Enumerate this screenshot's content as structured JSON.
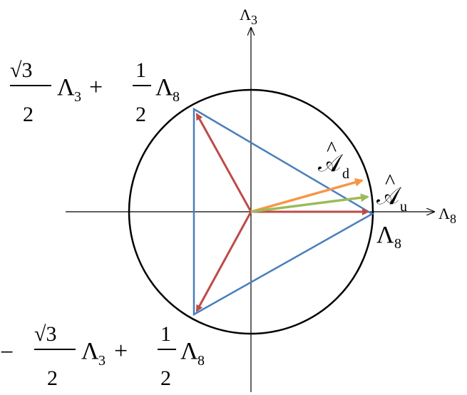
{
  "axes": {
    "horizontal_symbol": "Λ",
    "horizontal_index": "8",
    "vertical_symbol": "Λ",
    "vertical_index": "3"
  },
  "labels": {
    "top_left": {
      "sign": "",
      "sqrt3": "√3",
      "denominator": "2",
      "lambda3": "Λ",
      "lambda3_index": "3",
      "plus": "+",
      "one": "1",
      "two": "2",
      "lambda8": "Λ",
      "lambda8_index": "8"
    },
    "bottom_left": {
      "sign": "−",
      "sqrt3": "√3",
      "denominator": "2",
      "lambda3": "Λ",
      "lambda3_index": "3",
      "plus": "+",
      "one": "1",
      "two": "2",
      "lambda8": "Λ",
      "lambda8_index": "8"
    },
    "right_vertex": {
      "symbol": "Λ",
      "index": "8"
    },
    "a_d": {
      "hat": "^",
      "symbol": "𝒜",
      "index": "d"
    },
    "a_u": {
      "hat": "^",
      "symbol": "𝒜",
      "index": "u"
    }
  },
  "colors": {
    "circle": "#000000",
    "triangle": "#4a7ebb",
    "red_vectors": "#be4b48",
    "a_d_vector": "#f79646",
    "a_u_vector": "#9bbb59",
    "axes": "#000000"
  }
}
